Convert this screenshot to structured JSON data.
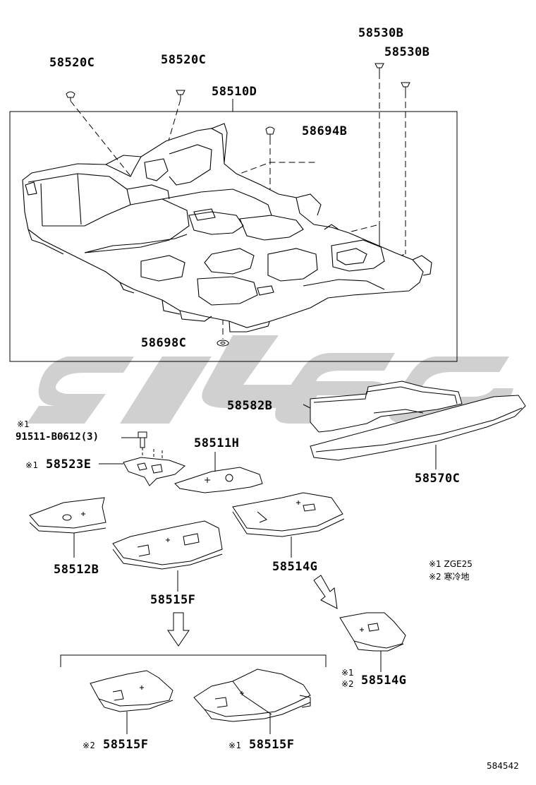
{
  "labels": {
    "l_58520c_a": "58520C",
    "l_58520c_b": "58520C",
    "l_58510d": "58510D",
    "l_58530b_a": "58530B",
    "l_58530b_b": "58530B",
    "l_58694b": "58694B",
    "l_58698c": "58698C",
    "l_58582b": "58582B",
    "l_58570c": "58570C",
    "l_58511h": "58511H",
    "l_58523e": "58523E",
    "l_58512b": "58512B",
    "l_58514g_a": "58514G",
    "l_58515f": "58515F",
    "l_58514g_b": "58514G",
    "l_58515f_2": "58515F",
    "l_58515f_1": "58515F"
  },
  "notes": {
    "bolt_mark": "※1",
    "bolt_part": "91511-B0612(3)",
    "mark1": "※1",
    "mark2": "※2"
  },
  "legend": {
    "row1_mark": "※1",
    "row1_text": "ZGE25",
    "row2_mark": "※2",
    "row2_text": "寒冷地"
  },
  "reference": "584542",
  "colors": {
    "line": "#000000",
    "watermark": "#c8c8c8",
    "fill": "#ffffff"
  }
}
